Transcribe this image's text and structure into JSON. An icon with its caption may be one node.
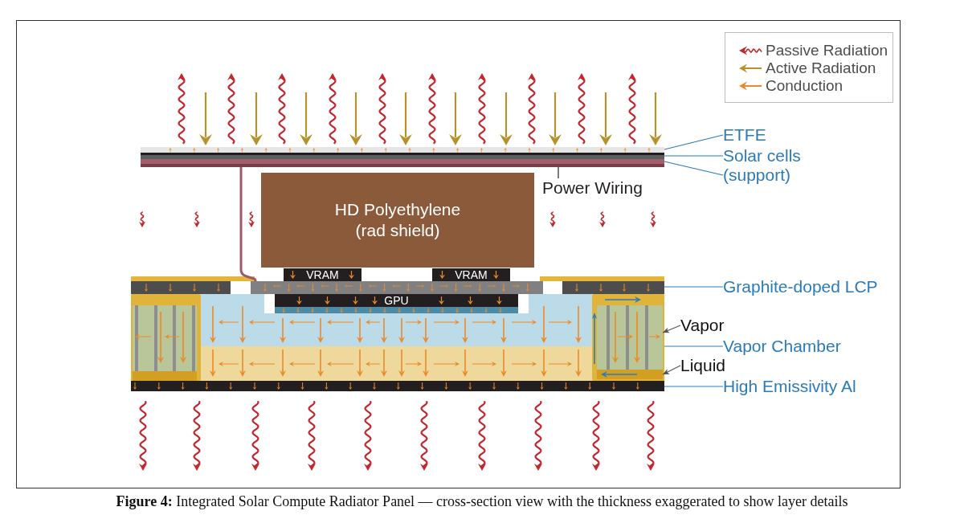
{
  "diagram": {
    "caption": "**Figure 4:** Integrated Solar Compute Radiator Panel — cross-section view with the thickness exaggerated to show layer details",
    "nodes": [
      {
        "text": [],
        "shape": "bar"
      },
      {
        "text": [],
        "shape": "bar"
      },
      {
        "text": [],
        "shape": "bar"
      },
      {
        "text": [],
        "shape": "bar"
      },
      {
        "text": [
          "ETFE"
        ]
      },
      {
        "text": [
          "Solar cells"
        ]
      },
      {
        "text": [
          "(support)"
        ]
      },
      {
        "text": [
          "HD Polyethylene (rad shield)"
        ]
      },
      {
        "text": [
          "Power Wiring"
        ]
      },
      {
        "text": [
          "VRAM"
        ]
      },
      {
        "text": [
          "VRAM"
        ]
      },
      {
        "text": [],
        "shape": "bar"
      },
      {
        "text": [],
        "shape": "bar"
      },
      {
        "text": [],
        "shape": "bar"
      },
      {
        "text": [
          "Graphite-doped LCP"
        ]
      },
      {
        "text": [
          "GPU"
        ]
      },
      {
        "text": [],
        "shape": "box"
      },
      {
        "text": [],
        "shape": "box",
        "in": 16
      },
      {
        "text": [],
        "shape": "bar",
        "in": 16
      },
      {
        "text": [],
        "shape": "box"
      },
      {
        "text": [],
        "shape": "box",
        "in": 19
      },
      {
        "text": [
          "Vapor"
        ]
      },
      {
        "text": [],
        "shape": "bar",
        "in": 19
      },
      {
        "text": [
          "Vapor Chamber"
        ]
      },
      {
        "text": [
          "Liquid"
        ]
      },
      {
        "text": [],
        "shape": "bar"
      },
      {
        "text": [
          "High Emissivity Al"
        ]
      },
      {
        "text": [],
        "shape": "bar"
      },
      {
        "text": [],
        "shape": "bar"
      }
    ],
    "edges": [
      {
        "from": 4,
        "to": 0,
        "arrow": "none"
      },
      {
        "from": 5,
        "to": 1,
        "arrow": "none"
      },
      {
        "from": 6,
        "to": 2,
        "arrow": "none"
      },
      {
        "from": 8,
        "to": 3,
        "arrow": "none",
        "color": "#231f20"
      },
      {
        "from": 3,
        "to": 12,
        "arrow": "none",
        "style": "thick",
        "color": "#9e5a67"
      },
      {
        "from": 14,
        "to": 13,
        "arrow": "none"
      },
      {
        "from": 21,
        "to": 20,
        "arrow": "to",
        "color": "#555555"
      },
      {
        "from": 23,
        "to": 19,
        "arrow": "none"
      },
      {
        "from": 24,
        "to": 22,
        "arrow": "to",
        "color": "#555555"
      },
      {
        "from": 26,
        "to": 25,
        "arrow": "none"
      }
    ],
    "legend": [
      {
        "text": "Passive Radiation"
      },
      {
        "text": "Active Radiation"
      },
      {
        "text": "Conduction"
      }
    ]
  }
}
